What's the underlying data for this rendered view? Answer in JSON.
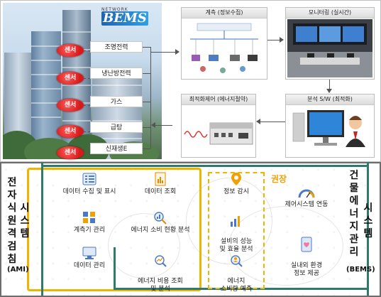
{
  "logo": {
    "top_word": "NETWORK",
    "name": "BEMS"
  },
  "sensor_label": "센서",
  "sensor_items": [
    "조명전력",
    "냉난방전력",
    "가스",
    "급탕",
    "신재생E"
  ],
  "cards": {
    "measure": {
      "title": "계측",
      "sub": "(정보수집)"
    },
    "monitor": {
      "title": "모니터링",
      "sub": "(실시간)"
    },
    "optimize": {
      "title": "최적화제어",
      "sub": "(에너지절약)"
    },
    "analysis": {
      "title": "분석 S/W",
      "sub": "(최적화)"
    }
  },
  "ami": {
    "title": "전자식원격검침",
    "system": "시스템",
    "abbr": "(AMI)"
  },
  "bems": {
    "title": "건물에너지관리",
    "system": "시스템",
    "abbr": "(BEMS)"
  },
  "recommend_label": "권장",
  "ami_features": [
    "데이터 수집 및 표시",
    "계측기 관리",
    "데이터 관리"
  ],
  "shared_features": [
    "데이터 조회",
    "에너지 소비 현황 분석",
    "에너지 비용 조회\n및 분석"
  ],
  "recommend_features": [
    "정보 감시",
    "설비의 성능\n및 효율 분석",
    "에너지\n소비량 예측"
  ],
  "bems_features": [
    "제어시스템 연동",
    "실내외 환경\n정보 제공"
  ],
  "colors": {
    "ami_border": "#f0b400",
    "bems_border": "#2f7a6b",
    "sensor": "#d71919",
    "bems_logo": "#1f63b5"
  }
}
